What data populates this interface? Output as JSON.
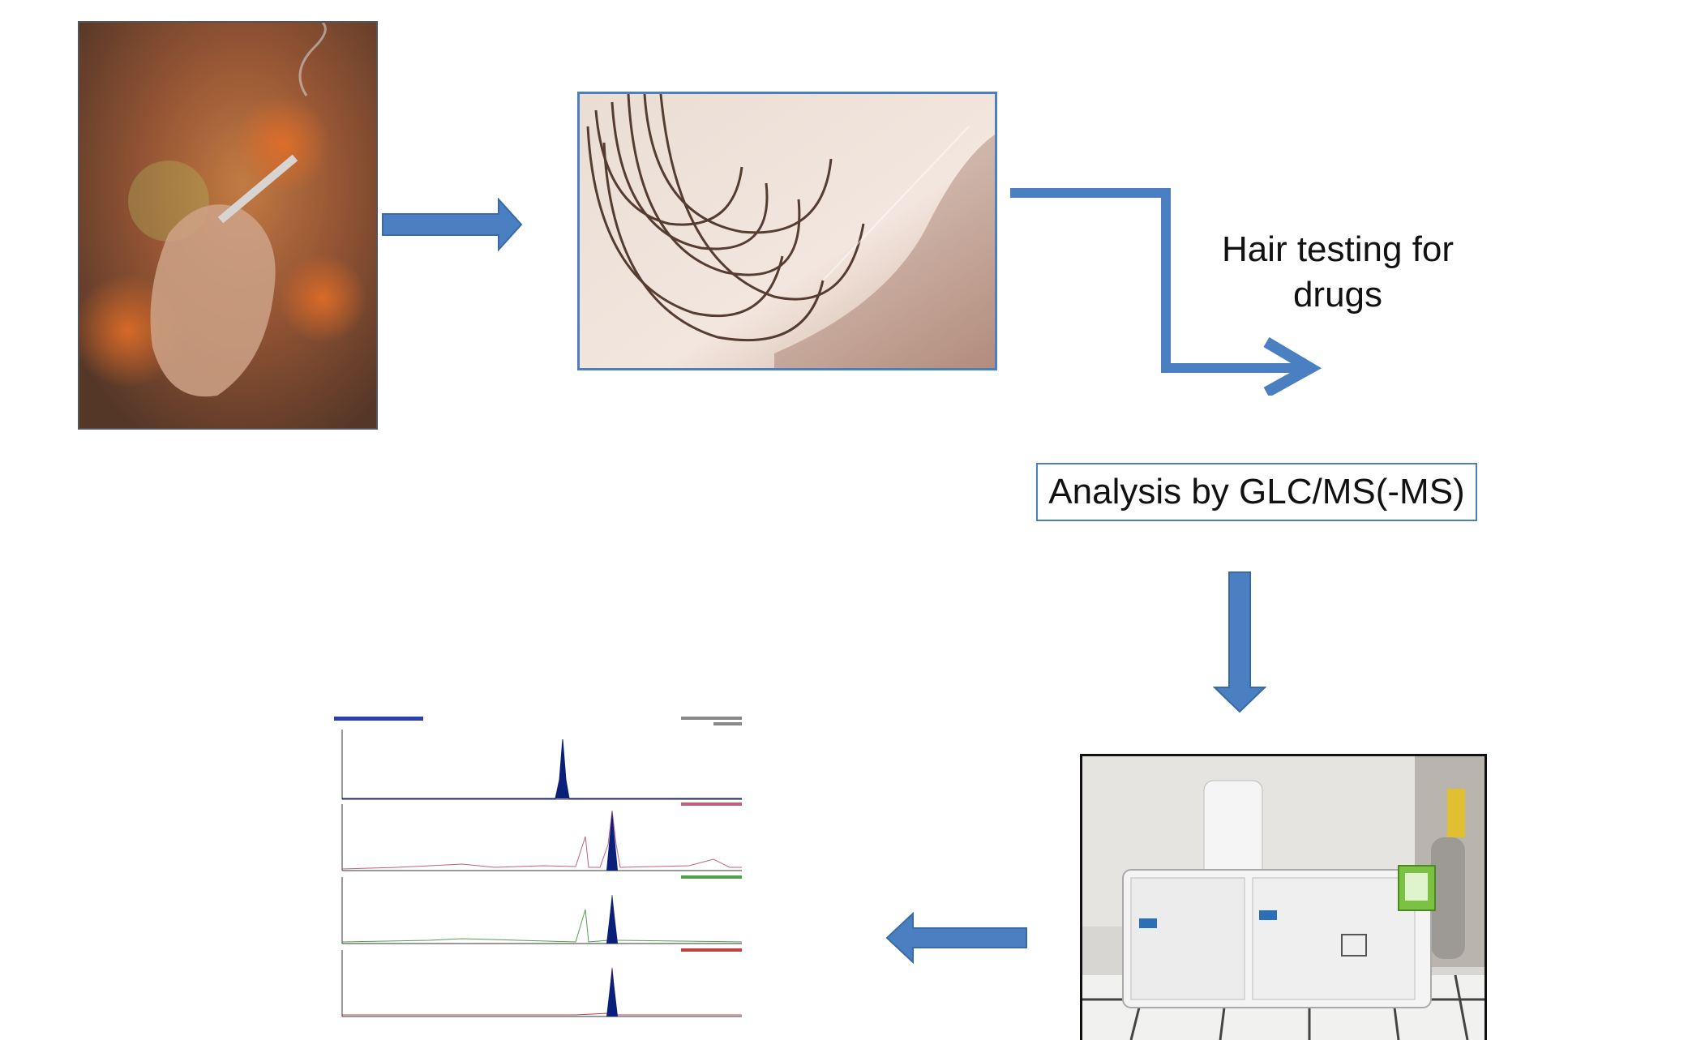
{
  "labels": {
    "hair_testing_line1": "Hair testing for",
    "hair_testing_line2": "drugs",
    "analysis": "Analysis by GLC/MS(-MS)"
  },
  "colors": {
    "arrow_blue": "#4a7fc1",
    "box_border": "#4a7fc1",
    "chromatogram_peak": "#0a1f7a"
  },
  "icons": {
    "smoking_photo": "person-smoking-photo",
    "hair_photo": "hair-strands-photo",
    "instrument_photo": "gc-ms-instrument-photo",
    "chromatogram": "chromatogram-traces"
  }
}
